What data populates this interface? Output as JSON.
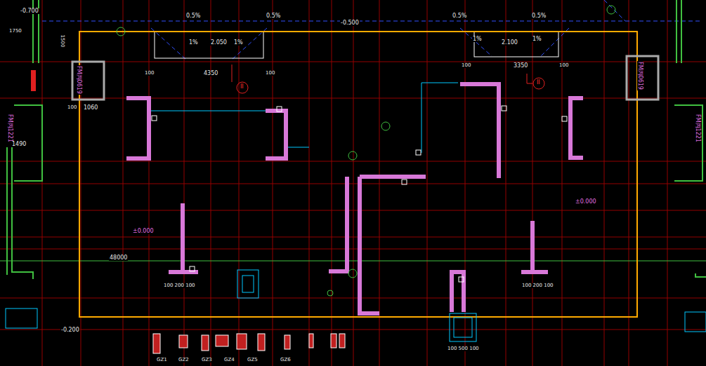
{
  "diagram": {
    "labels": [
      "-0.700",
      "0.5%",
      "0.5%",
      "-0.500",
      "0.5%",
      "0.5%",
      "1%",
      "2.050",
      "1%",
      "1%",
      "2.100",
      "1%",
      "4350",
      "3350",
      "100",
      "100",
      "100",
      "100",
      "100",
      "1060",
      "FM丙0619",
      "FM丙0619",
      "FM丙1221",
      "FM丙1221",
      "1490",
      "±0.000",
      "±0.000",
      "48000",
      "-0.200",
      "II",
      "II",
      "1750",
      "1500",
      "100 200 100",
      "100 200 100",
      "100 500 100",
      "GZ1",
      "GZ2",
      "GZ3",
      "GZ4",
      "GZ5",
      "GZ6"
    ]
  }
}
